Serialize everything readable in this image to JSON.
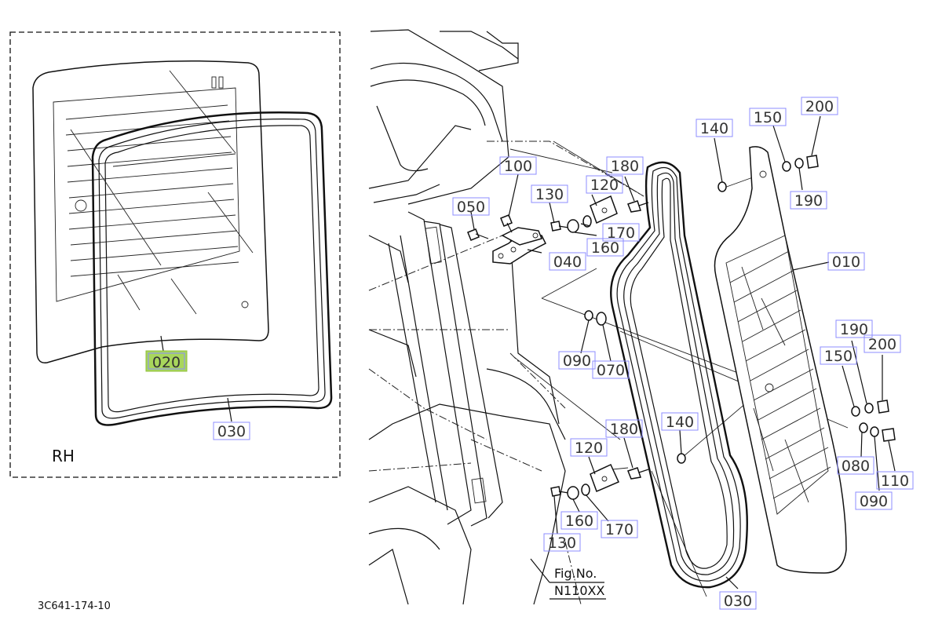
{
  "figure": {
    "side_label": "RH",
    "figure_number_caption": "Fig.No.",
    "figure_number": "N110XX",
    "drawing_code": "3C641-174-10",
    "highlight_color": "#a8d65c",
    "label_box_color": "#8c8cff"
  },
  "callouts": {
    "c010": "010",
    "c020": "020",
    "c030_left": "030",
    "c030_bottom": "030",
    "c040": "040",
    "c050": "050",
    "c070": "070",
    "c080": "080",
    "c090_top": "090",
    "c090_right": "090",
    "c100": "100",
    "c110": "110",
    "c120_top": "120",
    "c120_bottom": "120",
    "c130_top": "130",
    "c130_bottom": "130",
    "c140_top": "140",
    "c140_bottom": "140",
    "c150_top": "150",
    "c150_right": "150",
    "c160_top": "160",
    "c160_bottom": "160",
    "c170_top": "170",
    "c170_bottom": "170",
    "c180_top": "180",
    "c180_bottom": "180",
    "c190_top": "190",
    "c190_right": "190",
    "c200_top": "200",
    "c200_right": "200"
  },
  "highlighted_part": "020"
}
